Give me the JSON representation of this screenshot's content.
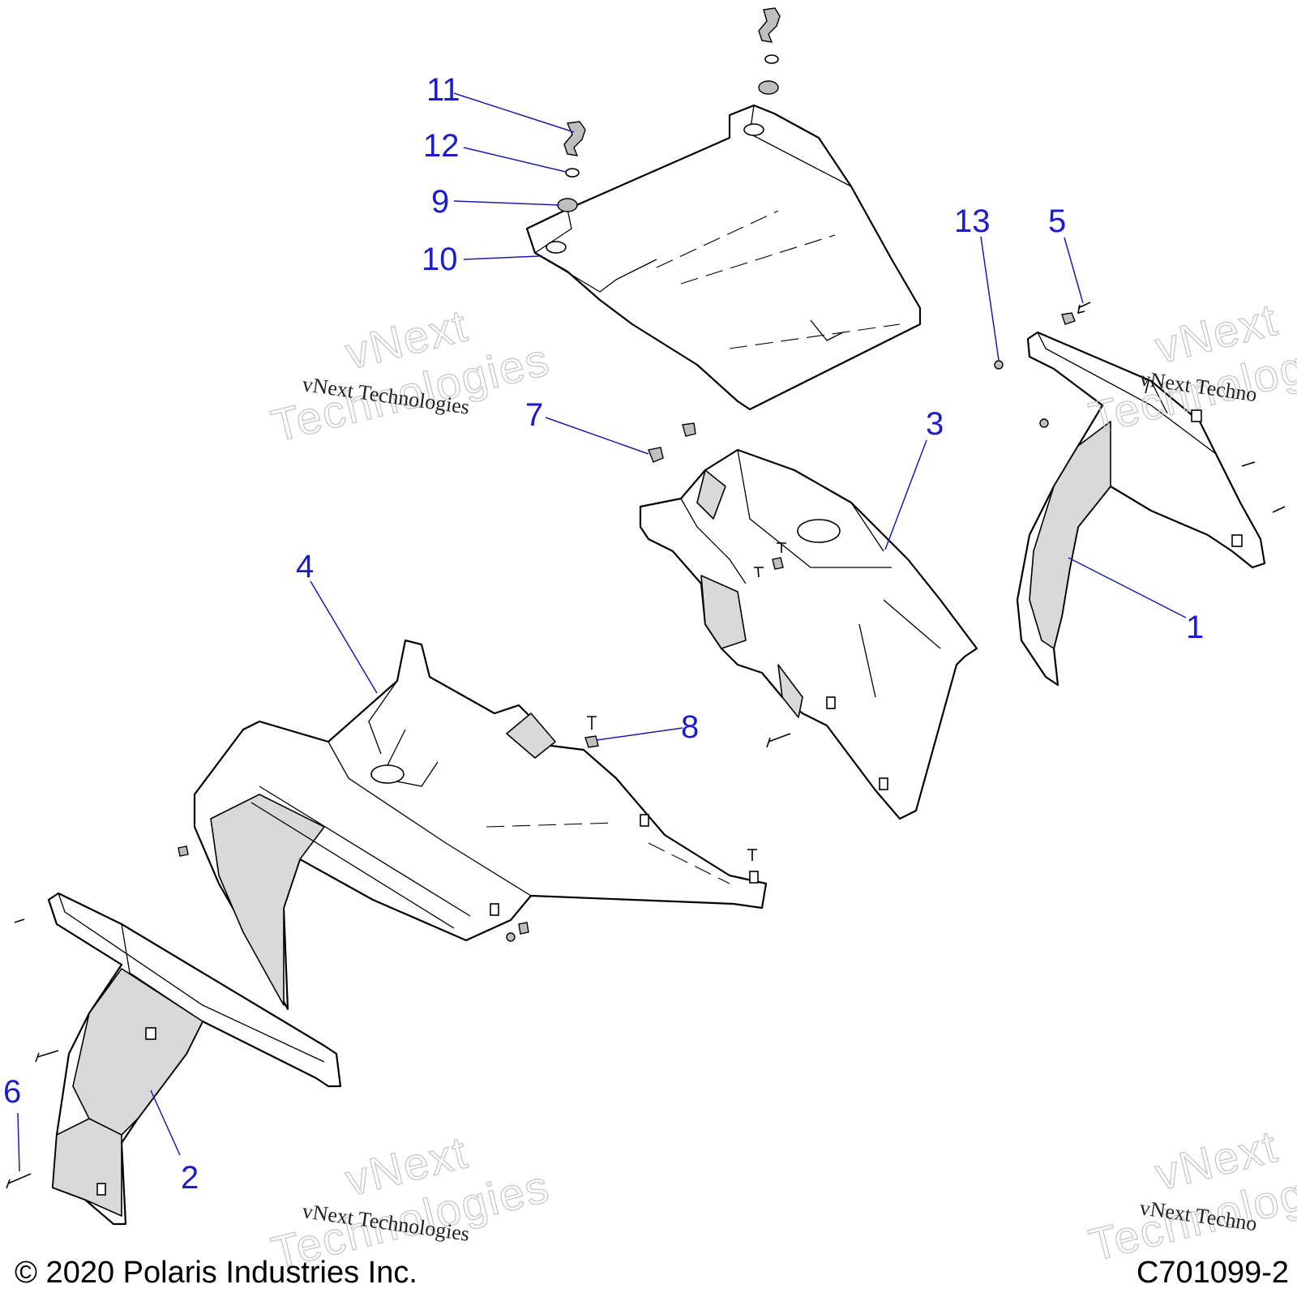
{
  "callouts": [
    {
      "id": "1",
      "label": "1"
    },
    {
      "id": "2",
      "label": "2"
    },
    {
      "id": "3",
      "label": "3"
    },
    {
      "id": "4",
      "label": "4"
    },
    {
      "id": "5",
      "label": "5"
    },
    {
      "id": "6",
      "label": "6"
    },
    {
      "id": "7",
      "label": "7"
    },
    {
      "id": "8",
      "label": "8"
    },
    {
      "id": "9",
      "label": "9"
    },
    {
      "id": "10",
      "label": "10"
    },
    {
      "id": "11",
      "label": "11"
    },
    {
      "id": "12",
      "label": "12"
    },
    {
      "id": "13",
      "label": "13"
    }
  ],
  "watermark": {
    "brand_line1": "vNext",
    "brand_line2": "Technologies",
    "caption": "vNext Technologies",
    "caption_cut": "vNext Techno"
  },
  "footer": {
    "copyright": "© 2020 Polaris Industries Inc.",
    "diagram_code": "C701099-2"
  },
  "colors": {
    "callout": "#1c1ccc",
    "line": "#000000",
    "shade": "#d9d9d9"
  }
}
